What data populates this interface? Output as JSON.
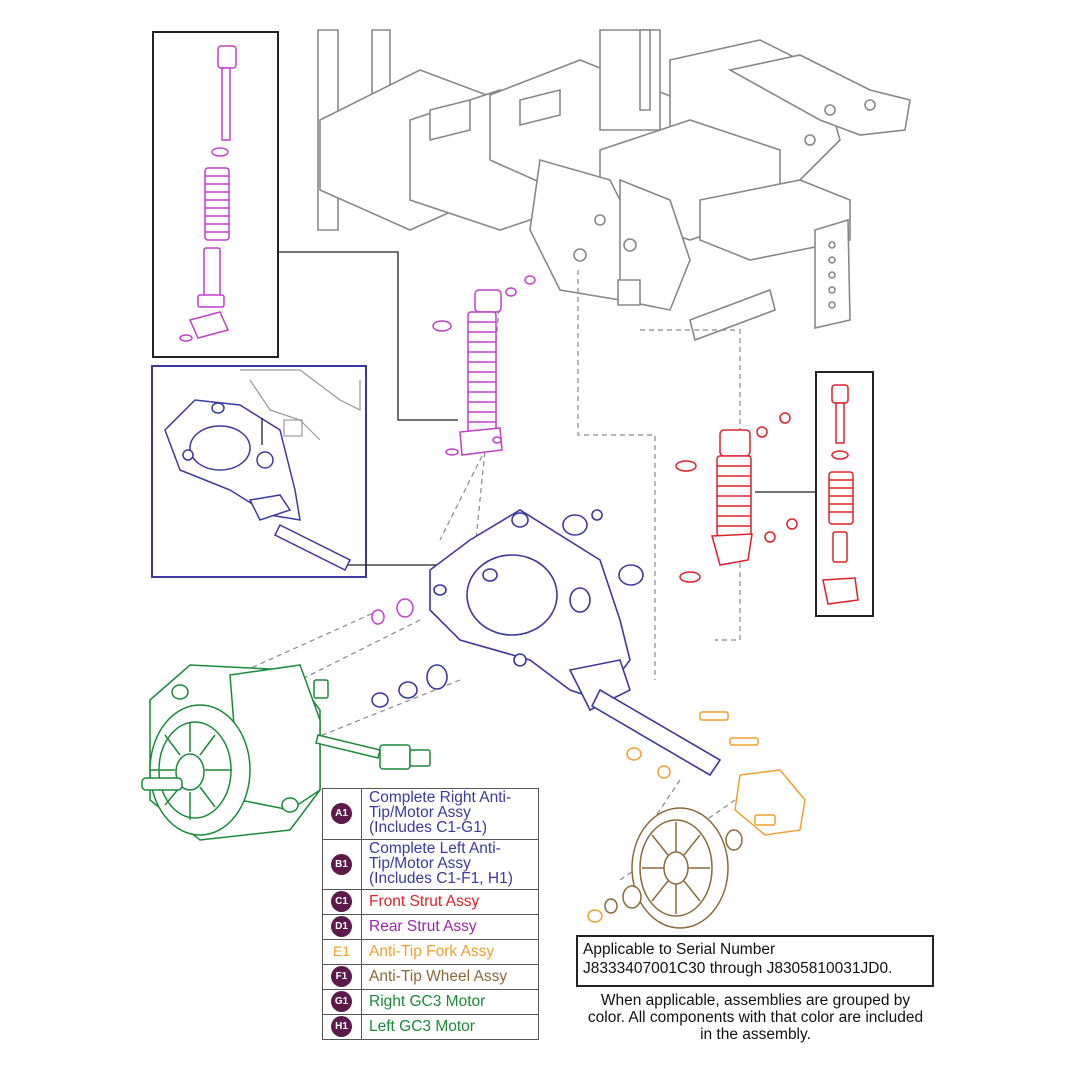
{
  "legend": [
    {
      "badge": "A1",
      "badge_style": "filled",
      "text": "Complete Right Anti-Tip/Motor Assy (Includes C1-G1)",
      "color": "#3a3aa0"
    },
    {
      "badge": "B1",
      "badge_style": "filled",
      "text": "Complete Left Anti-Tip/Motor Assy (Includes C1-F1, H1)",
      "color": "#3a3aa0"
    },
    {
      "badge": "C1",
      "badge_style": "filled",
      "text": "Front Strut Assy",
      "color": "#e0202a"
    },
    {
      "badge": "D1",
      "badge_style": "filled",
      "text": "Rear Strut Assy",
      "color": "#9a2aa8"
    },
    {
      "badge": "E1",
      "badge_style": "plain",
      "text": "Anti-Tip Fork Assy",
      "color": "#f0a030"
    },
    {
      "badge": "F1",
      "badge_style": "filled",
      "text": "Anti-Tip Wheel Assy",
      "color": "#8a6a3a"
    },
    {
      "badge": "G1",
      "badge_style": "filled",
      "text": "Right GC3 Motor",
      "color": "#1a8a3a"
    },
    {
      "badge": "H1",
      "badge_style": "filled",
      "text": "Left GC3 Motor",
      "color": "#1a8a3a"
    }
  ],
  "serial": {
    "line1": "Applicable to Serial Number",
    "line2": "J8333407001C30 through J8305810031JD0."
  },
  "note": "When applicable, assemblies are grouped by color. All components with that color are included in the assembly.",
  "colors": {
    "frame": "#8a8a8a",
    "anti_tip_motor_assy": "#3a3aa0",
    "front_strut": "#e0202a",
    "rear_strut": "#c040c8",
    "fork": "#f0a030",
    "wheel": "#8a6a3a",
    "motor": "#1a8a3a",
    "badge_fill": "#5b1a4a"
  }
}
